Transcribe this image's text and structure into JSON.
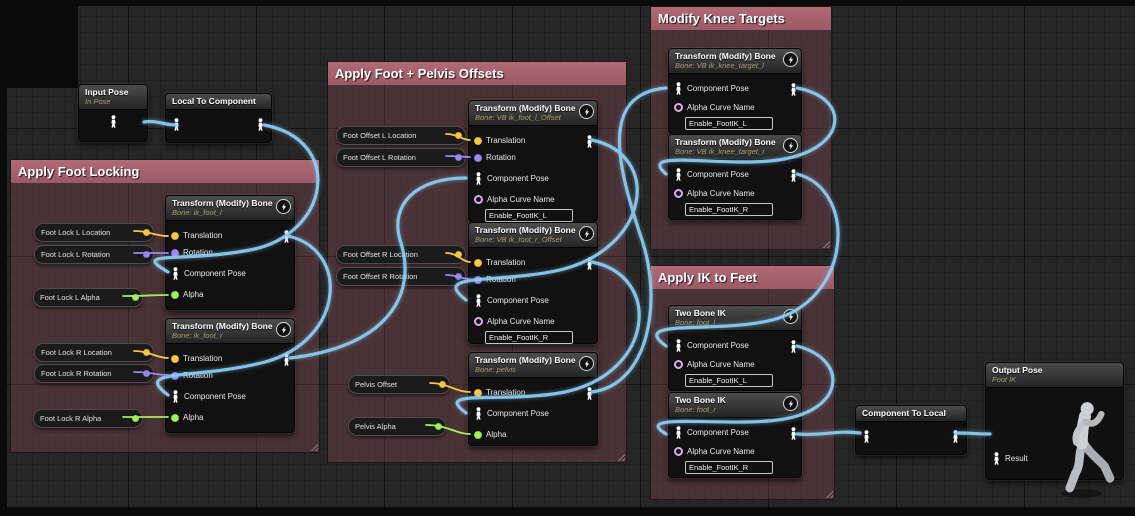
{
  "comments": [
    {
      "title": "Apply Foot Locking"
    },
    {
      "title": "Apply Foot + Pelvis Offsets"
    },
    {
      "title": "Modify Knee Targets"
    },
    {
      "title": "Apply IK to Feet"
    }
  ],
  "pin_labels": {
    "translation": "Translation",
    "rotation": "Rotation",
    "component_pose": "Component Pose",
    "alpha": "Alpha",
    "alpha_curve_name": "Alpha Curve Name",
    "result": "Result"
  },
  "nodes": {
    "input_pose": {
      "title": "Input Pose",
      "subtitle": "In Pose"
    },
    "local_to_component": {
      "title": "Local To Component"
    },
    "component_to_local": {
      "title": "Component To Local"
    },
    "output_pose": {
      "title": "Output Pose",
      "subtitle": "Foot IK"
    },
    "lock_l": {
      "title": "Transform (Modify) Bone",
      "subtitle": "Bone: ik_foot_l"
    },
    "lock_r": {
      "title": "Transform (Modify) Bone",
      "subtitle": "Bone: ik_foot_r"
    },
    "offset_l": {
      "title": "Transform (Modify) Bone",
      "subtitle": "Bone: VB ik_foot_l_Offset",
      "curve": "Enable_FootIK_L"
    },
    "offset_r": {
      "title": "Transform (Modify) Bone",
      "subtitle": "Bone: VB ik_foot_r_Offset",
      "curve": "Enable_FootIK_R"
    },
    "pelvis": {
      "title": "Transform (Modify) Bone",
      "subtitle": "Bone: pelvis"
    },
    "knee_l": {
      "title": "Transform (Modify) Bone",
      "subtitle": "Bone: VB ik_knee_target_l",
      "curve": "Enable_FootIK_L"
    },
    "knee_r": {
      "title": "Transform (Modify) Bone",
      "subtitle": "Bone: VB ik_knee_target_r",
      "curve": "Enable_FootIK_R"
    },
    "twobone_l": {
      "title": "Two Bone IK",
      "subtitle": "Bone: foot_l",
      "curve": "Enable_FootIK_L"
    },
    "twobone_r": {
      "title": "Two Bone IK",
      "subtitle": "Bone: foot_r",
      "curve": "Enable_FootIK_R"
    }
  },
  "pills": {
    "foot_lock_l_location": "Foot Lock L Location",
    "foot_lock_l_rotation": "Foot Lock L Rotation",
    "foot_lock_l_alpha": "Foot Lock L Alpha",
    "foot_lock_r_location": "Foot Lock R Location",
    "foot_lock_r_rotation": "Foot Lock R Rotation",
    "foot_lock_r_alpha": "Foot Lock R Alpha",
    "foot_offset_l_location": "Foot Offset L Location",
    "foot_offset_l_rotation": "Foot Offset L Rotation",
    "foot_offset_r_location": "Foot Offset R Location",
    "foot_offset_r_rotation": "Foot Offset R Rotation",
    "pelvis_offset": "Pelvis Offset",
    "pelvis_alpha": "Pelvis Alpha"
  },
  "colors": {
    "comment_header": "#a5626c",
    "comment_body": "rgba(160,82,92,0.30)",
    "pose_wire": "#8ed1f6",
    "vector_pin": "#f8c842",
    "rotator_pin": "#9d86f5",
    "float_pin": "#a1f05a",
    "name_pin": "#e2a7f0"
  }
}
